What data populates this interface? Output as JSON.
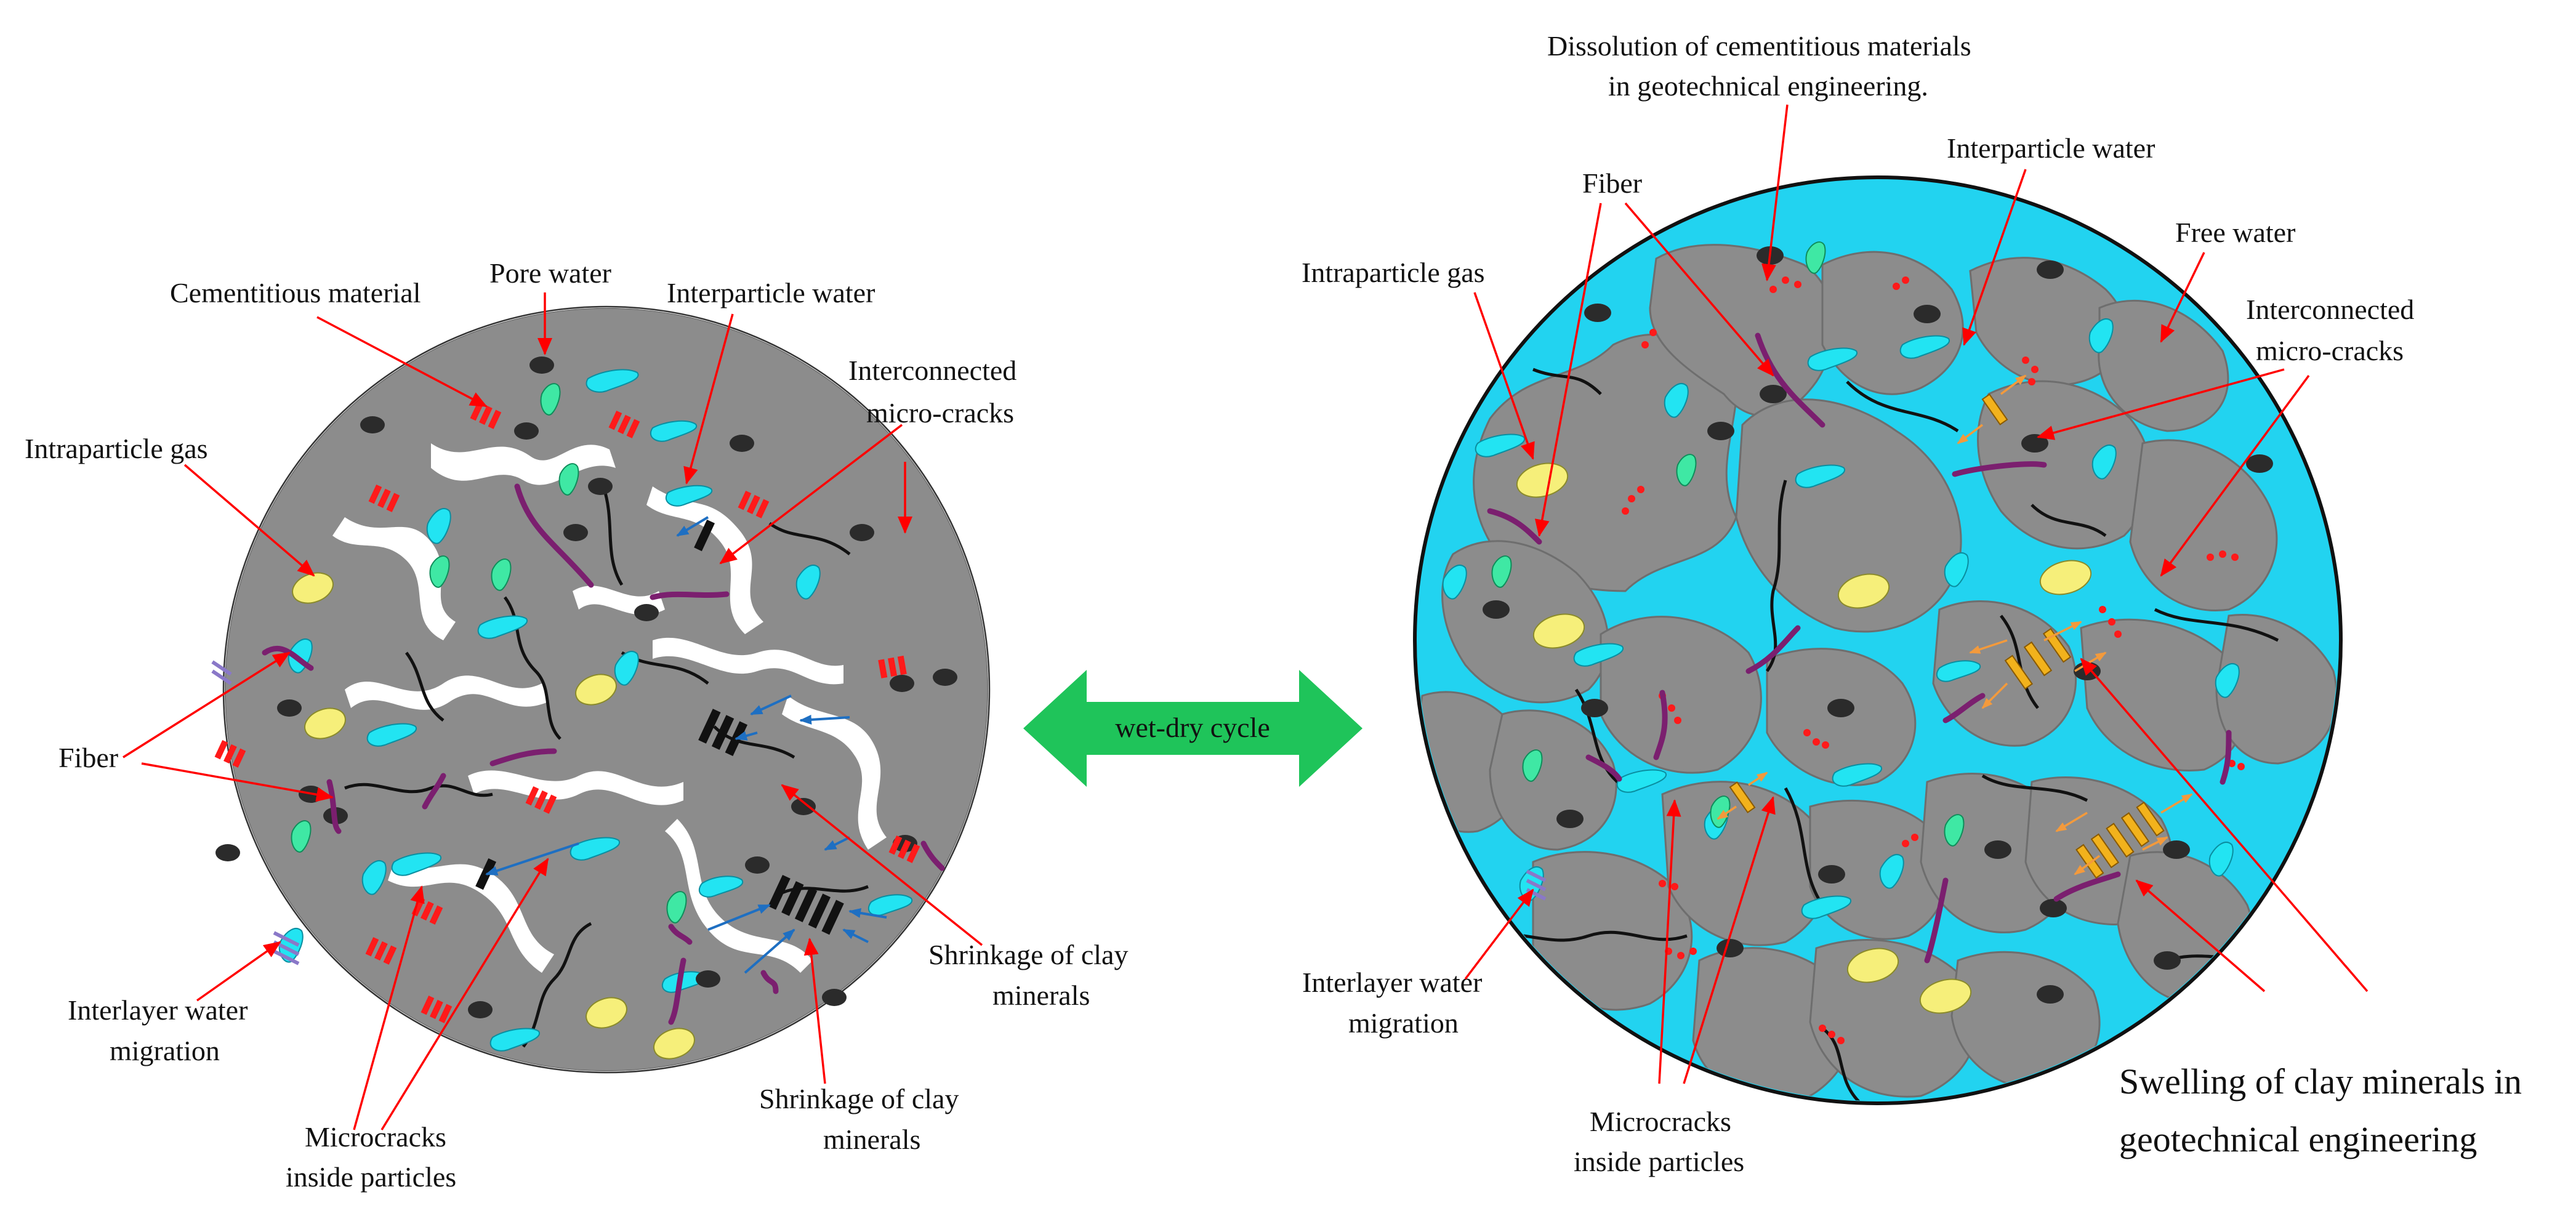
{
  "colors": {
    "background": "#ffffff",
    "particle": "#8c8c8c",
    "free_water": "#22d3f0",
    "gas": "#f6ef7a",
    "fiber": "#7b1f6f",
    "cementitious": "#ff1a1a",
    "label_arrow": "#ff0000",
    "migration_arrow": "#1e6fc2",
    "swelling_arrow": "#f39a3c",
    "cycle_arrow": "#1fc45a"
  },
  "cycle": {
    "label": "wet-dry cycle"
  },
  "left": {
    "labels": {
      "cementitious_material": "Cementitious material",
      "pore_water": "Pore water",
      "interparticle_water": "Interparticle water",
      "interconnected_line1": "Interconnected",
      "interconnected_line2": "micro-cracks",
      "intraparticle_gas": "Intraparticle gas",
      "fiber": "Fiber",
      "interlayer_line1": "Interlayer water",
      "interlayer_line2": "migration",
      "microcracks_line1": "Microcracks",
      "microcracks_line2": "inside particles",
      "shrinkage_a_line1": "Shrinkage of clay",
      "shrinkage_a_line2": "minerals",
      "shrinkage_b_line1": "Shrinkage of clay",
      "shrinkage_b_line2": "minerals"
    }
  },
  "right": {
    "labels": {
      "dissolution_line1": "Dissolution of cementitious materials",
      "dissolution_line2": "in geotechnical engineering.",
      "fiber": "Fiber",
      "interparticle_water": "Interparticle water",
      "free_water": "Free water",
      "intraparticle_gas": "Intraparticle gas",
      "interconnected_line1": "Interconnected",
      "interconnected_line2": "micro-cracks",
      "interlayer_line1": "Interlayer water",
      "interlayer_line2": "migration",
      "microcracks_line1": "Microcracks",
      "microcracks_line2": "inside particles",
      "swelling_line1": "Swelling of clay minerals in",
      "swelling_line2": "geotechnical engineering"
    }
  }
}
